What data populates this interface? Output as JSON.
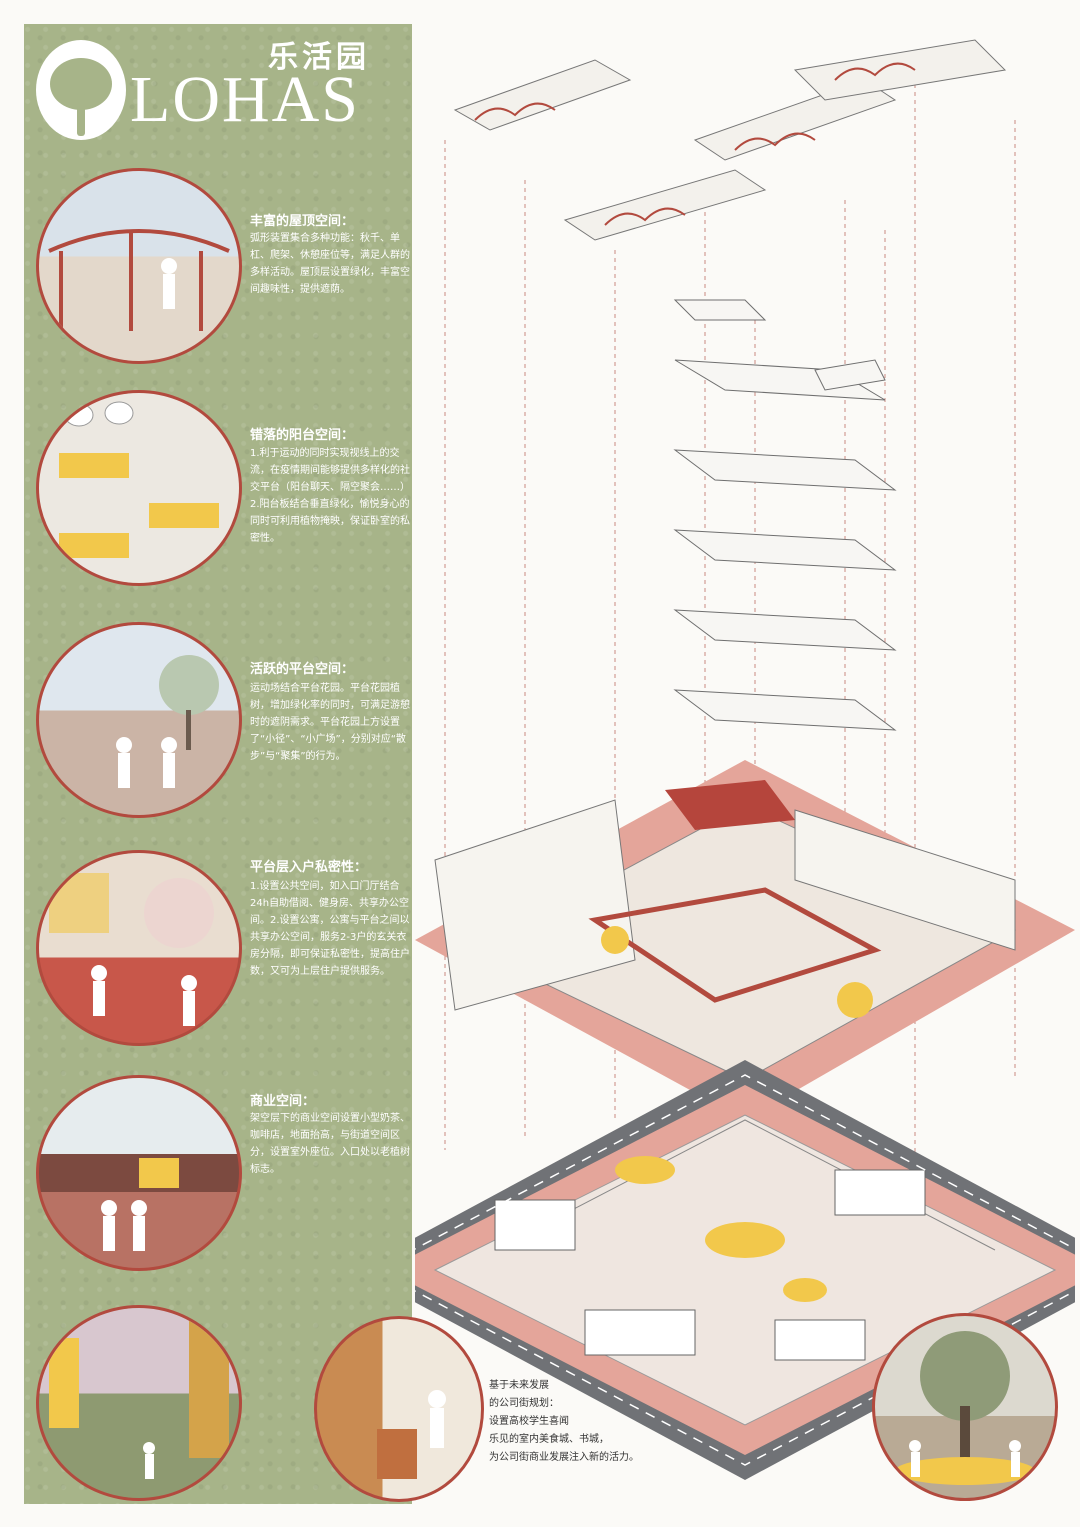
{
  "header": {
    "cn_title": "乐活园",
    "en_title": "LOHAS"
  },
  "sections": [
    {
      "title": "丰富的屋顶空间：",
      "body": "弧形装置集合多种功能：秋千、单杠、爬架、休憩座位等，满足人群的多样活动。屋顶层设置绿化，丰富空间趣味性，提供遮荫。"
    },
    {
      "title": "错落的阳台空间：",
      "body": "1.利于运动的同时实现视线上的交流，在疫情期间能够提供多样化的社交平台（阳台聊天、隔空聚会……）2.阳台板结合垂直绿化，愉悦身心的同时可利用植物掩映，保证卧室的私密性。"
    },
    {
      "title": "活跃的平台空间：",
      "body": "运动场结合平台花园。平台花园植树，增加绿化率的同时，可满足游憩时的遮阴需求。平台花园上方设置了“小径”、“小广场”，分别对应“散步”与“聚集”的行为。"
    },
    {
      "title": "平台层入户私密性：",
      "body": "1.设置公共空间，如入口门厅结合24h自助借阅、健身房、共享办公空间。2.设置公寓，公寓与平台之间以共享办公空间，服务2-3户的玄关衣房分隔，即可保证私密性，提高住户数，又可为上层住户提供服务。"
    },
    {
      "title": "商业空间：",
      "body": "架空层下的商业空间设置小型奶茶、咖啡店，地面抬高，与街道空间区分，设置室外座位。入口处以老植树标志。"
    }
  ],
  "note": {
    "lines": [
      "基于未来发展",
      "的公司街规划：",
      "设置高校学生喜闻",
      "乐见的室内美食城、书城，",
      "为公司街商业发展注入新的活力。"
    ]
  },
  "colors": {
    "panel_green": "#a7b489",
    "accent_red": "#b24a3e",
    "plaza_pink": "#e4a59a",
    "yellow": "#f2c84b",
    "road_gray": "#707276"
  }
}
